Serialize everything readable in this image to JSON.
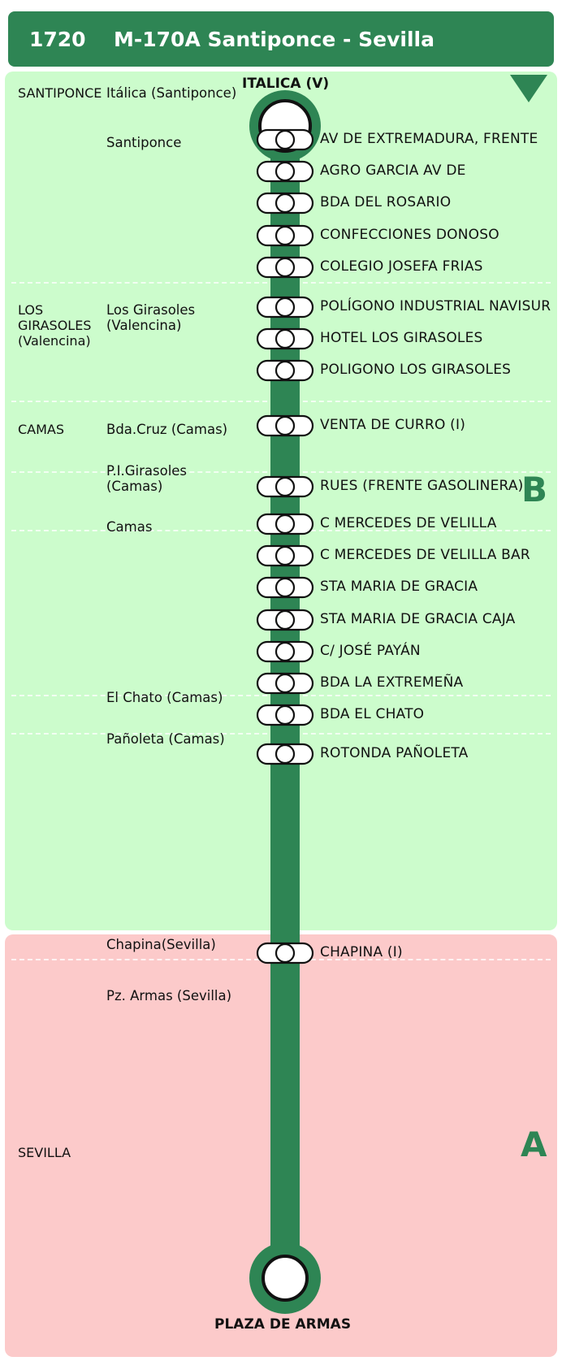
{
  "colors": {
    "line": "#2e8554",
    "zone_b": "#ccfccc",
    "zone_a": "#fccaca",
    "header": "#2e8554"
  },
  "header": {
    "line_number": "1720",
    "route_name": "M-170A Santiponce - Sevilla"
  },
  "direction_icon": "triangle-down-icon",
  "terminals": {
    "start": "ITALICA (V)",
    "end": "PLAZA DE ARMAS"
  },
  "zones": {
    "b": "B",
    "a": "A"
  },
  "towns": [
    "SANTIPONCE",
    "LOS GIRASOLES (Valencina)",
    "CAMAS",
    "SEVILLA"
  ],
  "places": [
    "Itálica (Santiponce)",
    "Santiponce",
    "Los Girasoles (Valencina)",
    "Bda.Cruz (Camas)",
    "P.I.Girasoles (Camas)",
    "Camas",
    "El Chato (Camas)",
    "Pañoleta (Camas)",
    "Chapina(Sevilla)",
    "Pz. Armas (Sevilla)"
  ],
  "stops": [
    "AV DE EXTREMADURA, FRENTE",
    "AGRO GARCIA AV DE",
    "BDA DEL ROSARIO",
    "CONFECCIONES DONOSO",
    "COLEGIO JOSEFA FRIAS",
    "POLÍGONO INDUSTRIAL NAVISUR",
    "HOTEL LOS GIRASOLES",
    "POLIGONO LOS GIRASOLES",
    "VENTA DE CURRO (I)",
    "RUES (FRENTE GASOLINERA)",
    "C MERCEDES DE VELILLA",
    "C MERCEDES DE VELILLA BAR",
    "STA MARIA DE GRACIA",
    "STA MARIA DE GRACIA CAJA",
    "C/ JOSÉ PAYÁN",
    "BDA LA EXTREMEÑA",
    "BDA EL CHATO",
    "ROTONDA PAÑOLETA",
    "CHAPINA (I)"
  ]
}
